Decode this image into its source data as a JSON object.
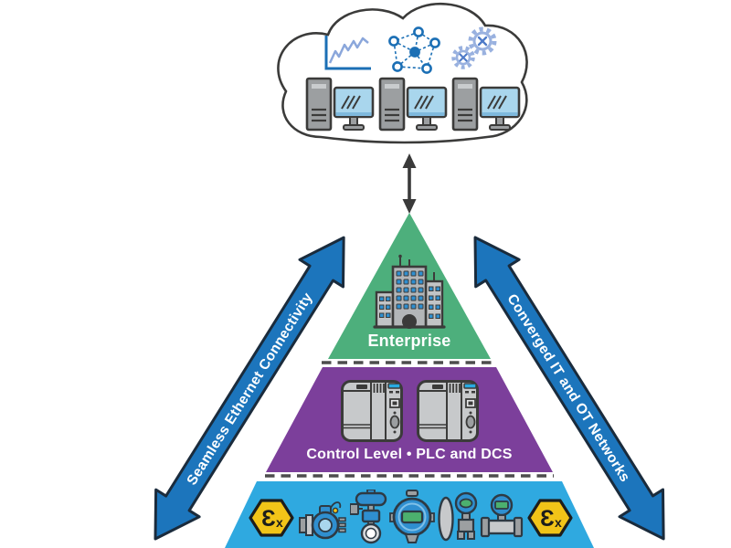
{
  "cloud": {
    "icons": [
      "line-chart-icon",
      "network-nodes-icon",
      "gears-icon"
    ],
    "workstation_count": 3
  },
  "pyramid": {
    "enterprise": {
      "label": "Enterprise",
      "color": "#4DAF7C"
    },
    "control": {
      "label": "Control Level • PLC and DCS",
      "color": "#7C3F9B"
    },
    "field": {
      "color": "#2FA9E0",
      "icons": [
        "ex-hazardous-area-marking-icon",
        "pump-valve-icon",
        "control-valve-icon",
        "process-transmitter-icon",
        "pressure-transmitter-icon",
        "flow-meter-icon",
        "ex-hazardous-area-marking-icon"
      ]
    }
  },
  "arrows": {
    "left": "Seamless Ethernet Connectivity",
    "right": "Converged IT and OT Networks",
    "color": "#1C75BC"
  },
  "connector": {
    "type": "double-headed-vertical-arrow",
    "color": "#3A3A3A"
  },
  "ex": {
    "epsilon": "Ɛ",
    "x": "x",
    "color": "#F2C418"
  }
}
